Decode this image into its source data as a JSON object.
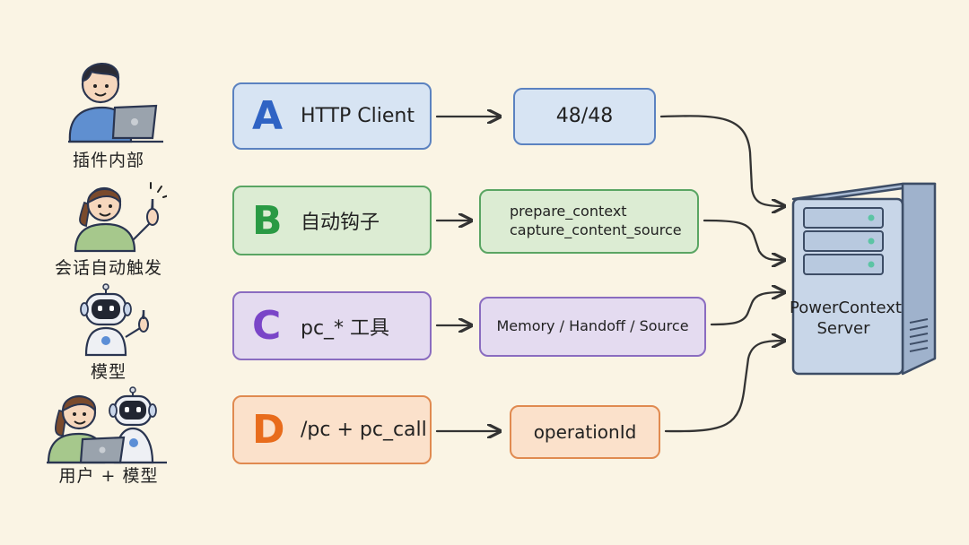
{
  "colors": {
    "background": "#faf4e4",
    "a": {
      "border": "#5b82c0",
      "fill": "#d7e4f3",
      "letter": "#2f63c4"
    },
    "b": {
      "border": "#5aa563",
      "fill": "#dcecd3",
      "letter": "#2a9a44"
    },
    "c": {
      "border": "#8a6cc0",
      "fill": "#e4dbf0",
      "letter": "#7a45c8"
    },
    "d": {
      "border": "#e08a50",
      "fill": "#fbe1cb",
      "letter": "#e86c1c"
    },
    "server": "#c8d6e8"
  },
  "actors": [
    {
      "label": "插件内部",
      "icon": "person-laptop-icon"
    },
    {
      "label": "会话自动触发",
      "icon": "person-pointing-icon"
    },
    {
      "label": "模型",
      "icon": "robot-icon"
    },
    {
      "label": "用户 + 模型",
      "icon": "person-robot-icon"
    }
  ],
  "paths": [
    {
      "letter": "A",
      "label": "HTTP Client",
      "values": [
        "48/48"
      ]
    },
    {
      "letter": "B",
      "label": "自动钩子",
      "values": [
        "prepare_context",
        "capture_content_source"
      ]
    },
    {
      "letter": "C",
      "label": "pc_* 工具",
      "values": [
        "Memory / Handoff / Source"
      ]
    },
    {
      "letter": "D",
      "label": "/pc + pc_call",
      "values": [
        "operationId"
      ]
    }
  ],
  "server": {
    "line1": "PowerContext",
    "line2": "Server",
    "icon": "server-tower-icon"
  }
}
